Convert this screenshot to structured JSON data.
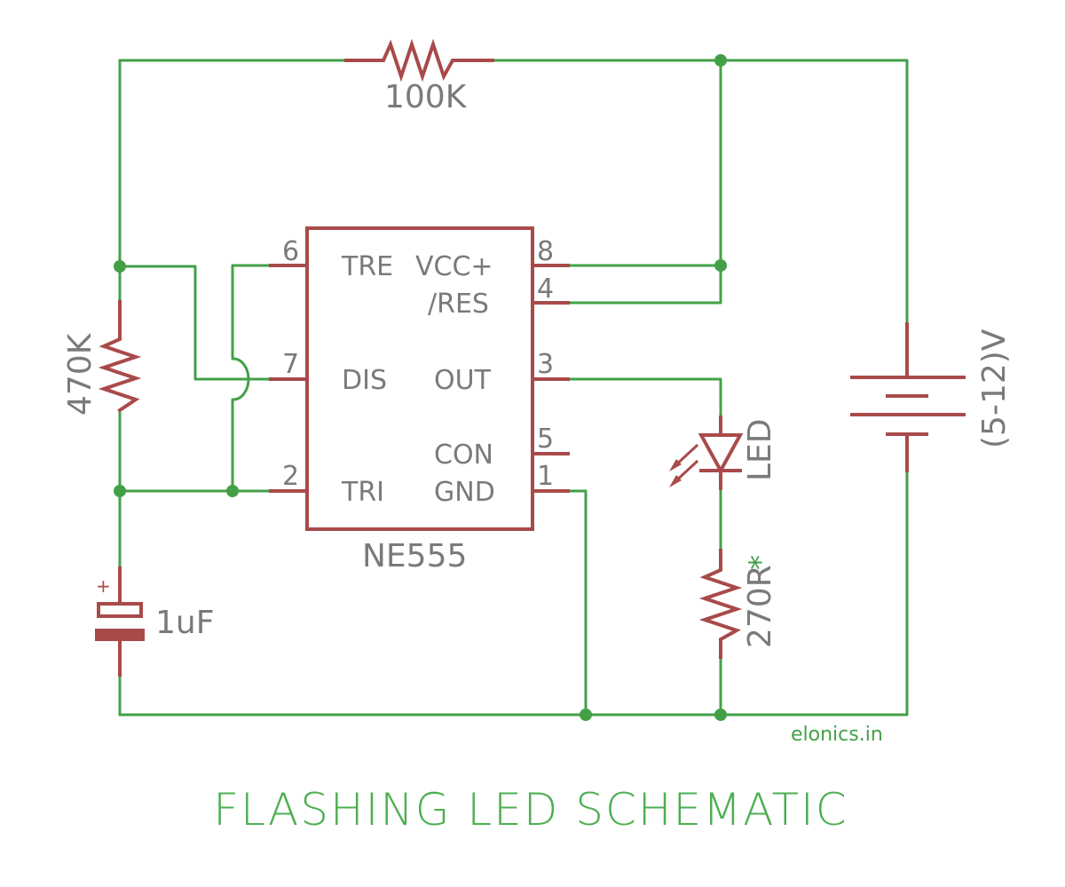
{
  "title": "FLASHING LED SCHEMATIC",
  "watermark": "elonics.in",
  "ic": {
    "name": "NE555",
    "pins": {
      "p6": {
        "num": "6",
        "name": "TRE"
      },
      "p7": {
        "num": "7",
        "name": "DIS"
      },
      "p2": {
        "num": "2",
        "name": "TRI"
      },
      "p8": {
        "num": "8",
        "name": "VCC+"
      },
      "p4": {
        "num": "4",
        "name": "/RES"
      },
      "p3": {
        "num": "3",
        "name": "OUT"
      },
      "p5": {
        "num": "5",
        "name": "CON"
      },
      "p1": {
        "num": "1",
        "name": "GND"
      }
    }
  },
  "components": {
    "r_top": "100K",
    "r_left": "470K",
    "capacitor": "1uF",
    "cap_polarity": "+",
    "led": "LED",
    "r_led": "270R",
    "r_led_mark": "*",
    "battery": "(5-12)V"
  },
  "colors": {
    "wire": "#43a047",
    "component": "#a94a4a",
    "label": "#7a7a7a",
    "title": "#4caf50"
  }
}
